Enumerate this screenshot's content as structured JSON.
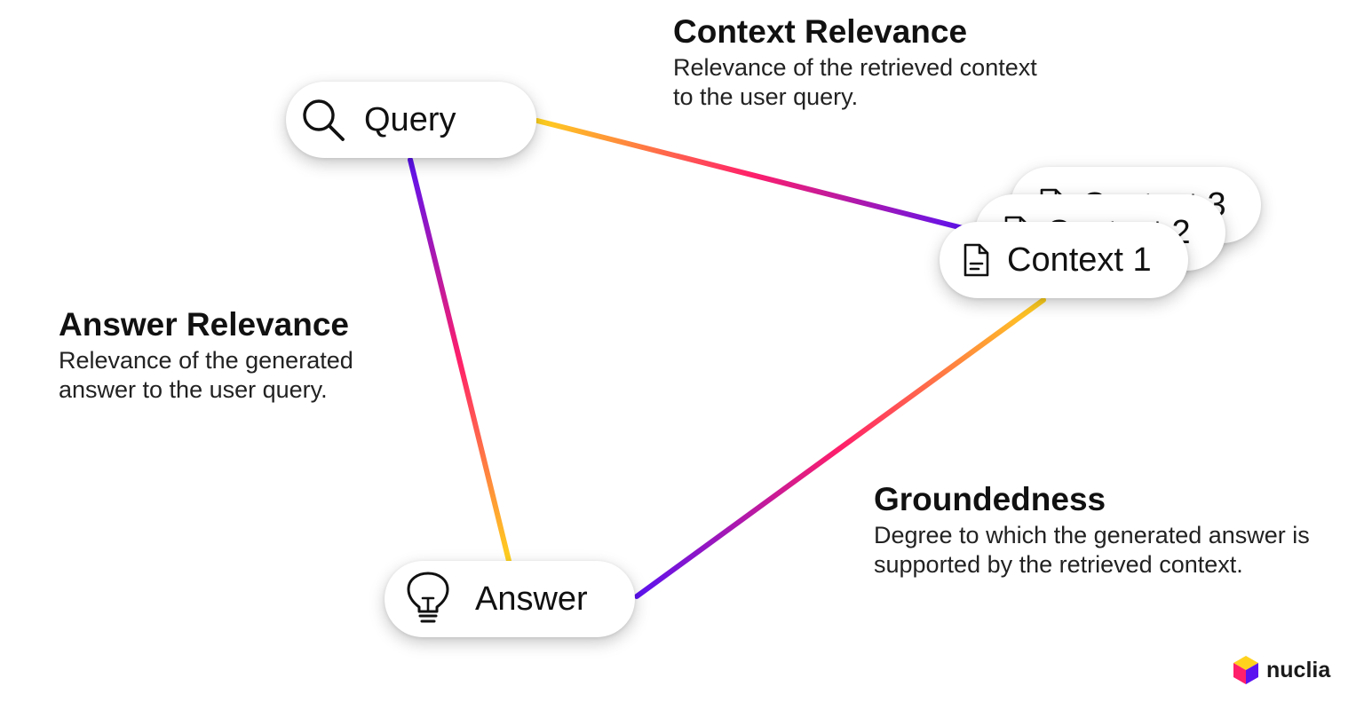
{
  "nodes": {
    "query": "Query",
    "answer": "Answer",
    "contexts": [
      "Context 1",
      "Context 2",
      "Context 3"
    ]
  },
  "annotations": {
    "context_relevance": {
      "title": "Context Relevance",
      "description": "Relevance of the retrieved context to the user query."
    },
    "answer_relevance": {
      "title": "Answer Relevance",
      "description": "Relevance of the generated answer to the user query."
    },
    "groundedness": {
      "title": "Groundedness",
      "description": "Degree to which the generated answer is supported by the retrieved context."
    }
  },
  "icons": {
    "query": "search-icon",
    "context": "document-icon",
    "answer": "lightbulb-icon",
    "brand": "cube-logo-icon"
  },
  "colors": {
    "gradient_yellow": "#FFD21E",
    "gradient_pink": "#FF1F6A",
    "gradient_purple": "#5B12F0"
  },
  "brand": {
    "name": "nuclia"
  }
}
